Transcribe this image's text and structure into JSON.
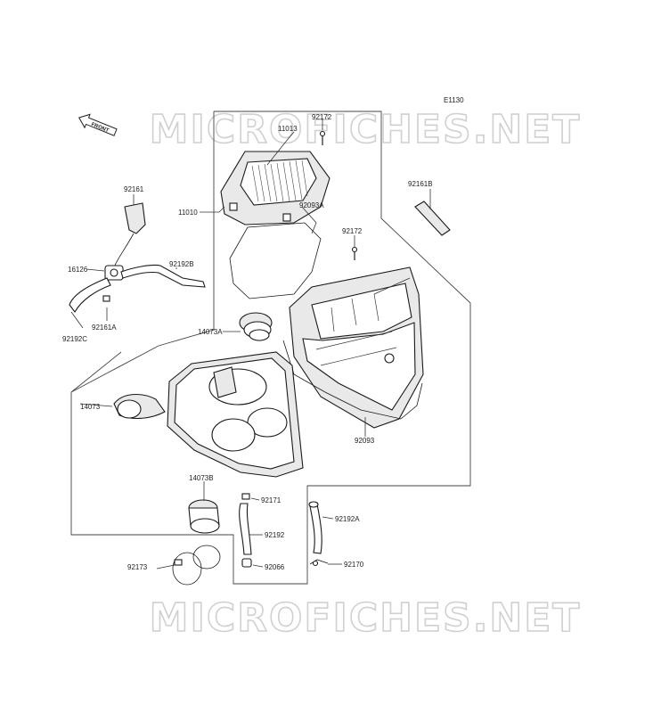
{
  "diagram_code": "E1130",
  "front_label": "FRONT",
  "watermark": "MICROFICHES.NET",
  "parts": {
    "p11013": "11013",
    "p92172a": "92172",
    "p11010": "11010",
    "p92093A": "92093A",
    "p92172b": "92172",
    "p92161B": "92161B",
    "p92161": "92161",
    "p92192B": "92192B",
    "p16126": "16126",
    "p92161A": "92161A",
    "p92192C": "92192C",
    "p14073A": "14073A",
    "p14073": "14073",
    "p92093": "92093",
    "p14073B": "14073B",
    "p92171": "92171",
    "p92192A": "92192A",
    "p92192": "92192",
    "p92173": "92173",
    "p92066": "92066",
    "p92170": "92170"
  }
}
